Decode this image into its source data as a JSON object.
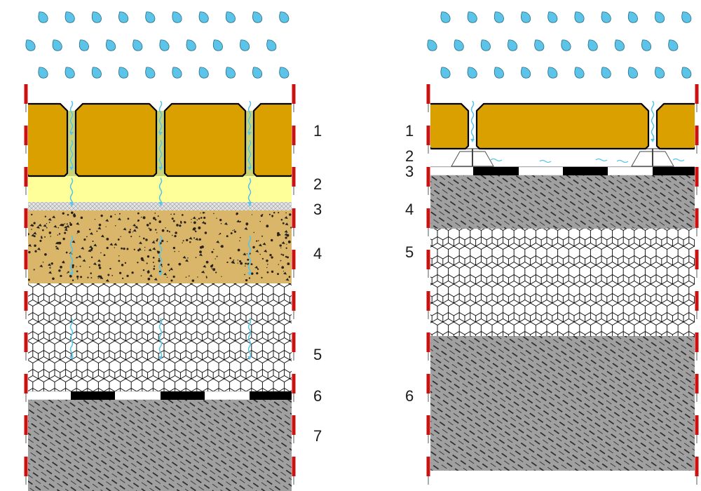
{
  "colors": {
    "paver": "#DAA000",
    "paver_outline": "#000000",
    "rain_drop": "#5BC4E8",
    "water_flow": "#5BC4E8",
    "bedding_sand": "#FFFF99",
    "geotextile": "#DDDDDD",
    "gravel_base": "#D9B66A",
    "hex_fill": "#FFFFFF",
    "subsoil": "#A0A0A0",
    "border_dash": "#CC1111",
    "membrane_black": "#000000"
  },
  "left_section": {
    "layer_labels": [
      "1",
      "2",
      "3",
      "4",
      "5",
      "6",
      "7"
    ]
  },
  "right_section": {
    "layer_labels": [
      "1",
      "2",
      "3",
      "4",
      "5",
      "6"
    ]
  }
}
